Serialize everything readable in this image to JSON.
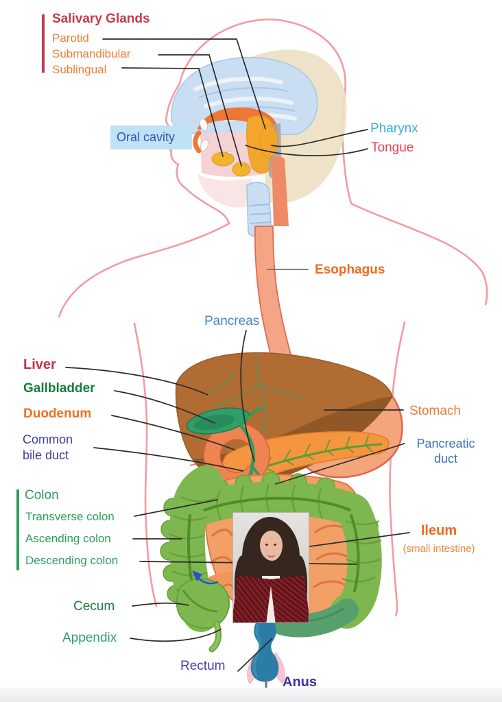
{
  "labels": {
    "salivary_glands": "Salivary Glands",
    "parotid": "Parotid",
    "submandibular": "Submandibular",
    "sublingual": "Sublingual",
    "oral_cavity": "Oral cavity",
    "pharynx": "Pharynx",
    "tongue": "Tongue",
    "esophagus": "Esophagus",
    "pancreas": "Pancreas",
    "liver": "Liver",
    "gallbladder": "Gallbladder",
    "duodenum": "Duodenum",
    "common_bile_duct_line1": "Common",
    "common_bile_duct_line2": "bile duct",
    "stomach": "Stomach",
    "pancreatic_duct_line1": "Pancreatic",
    "pancreatic_duct_line2": "duct",
    "colon": "Colon",
    "transverse_colon": "Transverse colon",
    "ascending_colon": "Ascending colon",
    "descending_colon": "Descending colon",
    "ileum": "Ileum",
    "ileum_sub": "(small intestine)",
    "cecum": "Cecum",
    "appendix": "Appendix",
    "rectum": "Rectum",
    "anus": "Anus"
  },
  "label_colors": {
    "salivary_glands": "#c53b4e",
    "parotid": "#ee7d35",
    "submandibular": "#ee7d35",
    "sublingual": "#ee7d35",
    "oral_cavity": "#3a50b8",
    "pharynx": "#35aee8",
    "tongue": "#e8404f",
    "esophagus": "#ee6a1e",
    "pancreas": "#4187c7",
    "liver": "#bf3148",
    "gallbladder": "#157f3e",
    "duodenum": "#f07022",
    "common_bile_duct": "#3c3f99",
    "stomach": "#ee7c33",
    "pancreatic_duct": "#3b72b5",
    "colon": "#2d9e5c",
    "ileum": "#f2691c",
    "ileum_sub": "#f08540",
    "cecum": "#1f7a45",
    "appendix": "#2f9f70",
    "rectum": "#4540ac",
    "anus": "#37349c"
  },
  "art_colors": {
    "body_outline": "#f49aa2",
    "oral_cavity_box_bg": "#bfe3f4",
    "brain_blue": "#c9def2",
    "skull_beige": "#ece0c2",
    "mouth_pink": "#f6d2d5",
    "palate_orange": "#ee7636",
    "gland_yellow": "#f2b32e",
    "esophagus_fill": "#f3a586",
    "liver_brown": "#b06c33",
    "liver_dark": "#8a5424",
    "gallbladder_green": "#2f9e68",
    "stomach_fill": "#f3a57c",
    "pancreas_orange": "#f5953f",
    "duodenum_orange": "#ef8352",
    "colon_green": "#7eb74f",
    "colon_edge": "#63a433",
    "sigmoid_teal": "#57a06e",
    "intestine_orange": "#f2a066",
    "rectum_teal": "#2b7ca6",
    "pointer_line": "#2b2b2b",
    "marker_blue": "#2b50cc"
  },
  "photo": {
    "description": "portrait photo of woman with dark curly hair, red plaid blazer, white top"
  }
}
